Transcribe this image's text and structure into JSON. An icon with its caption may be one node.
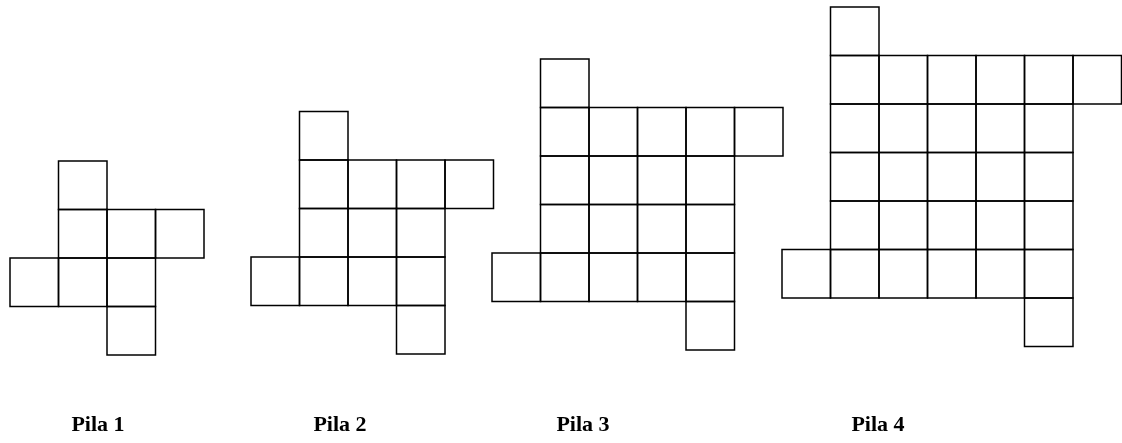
{
  "diagram": {
    "labels": [
      "Pila 1",
      "Pila 2",
      "Pila 3",
      "Pila 4"
    ]
  }
}
